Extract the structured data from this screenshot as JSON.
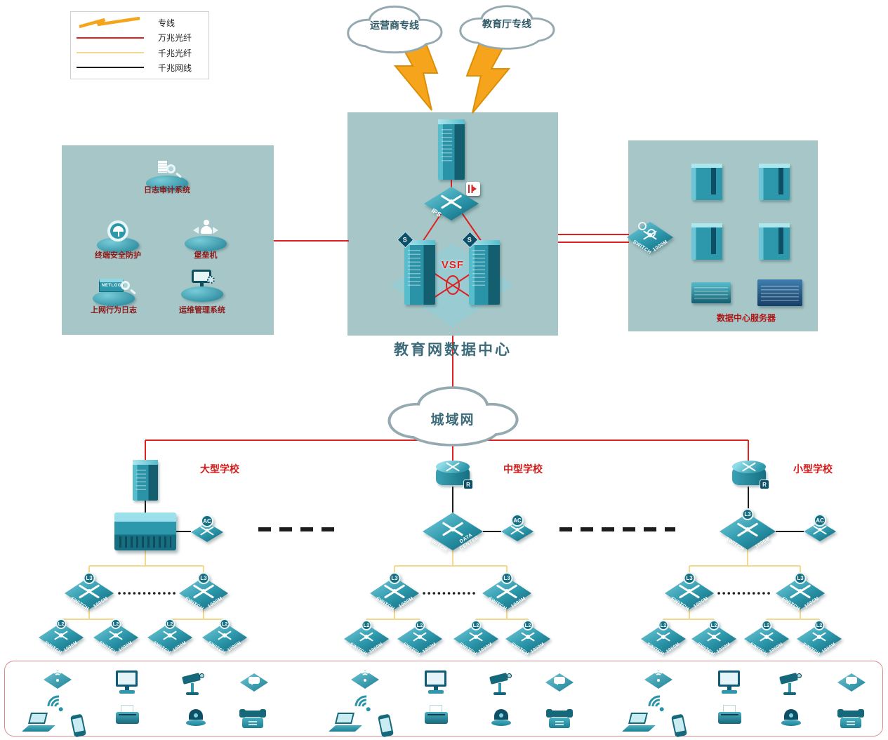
{
  "legend": {
    "items": [
      {
        "label": "专线"
      },
      {
        "label": "万兆光纤"
      },
      {
        "label": "千兆光纤"
      },
      {
        "label": "千兆网线"
      }
    ]
  },
  "line_colors": {
    "dedicated_line": "#f6a41c",
    "fiber_10g": "#e01f1f",
    "fiber_1g": "#f3d98b",
    "copper_1g": "#1c1c1c"
  },
  "clouds": {
    "carrier": "运营商专线",
    "education": "教育厅专线",
    "man": "城域网"
  },
  "data_center": {
    "title": "教育网数据中心",
    "vsf_label": "VSF",
    "ips_label": "IPS",
    "shield_label": "S",
    "watermark": "SWITCH"
  },
  "security_zone": {
    "log_audit": "日志审计系统",
    "terminal_security": "终端安全防护",
    "bastion": "堡垒机",
    "net_behavior_log": "上网行为日志",
    "netlog_label": "NETLOG",
    "ops_management": "运维管理系统"
  },
  "server_zone": {
    "caption": "数据中心服务器"
  },
  "schools": {
    "large": "大型学校",
    "medium": "中型学校",
    "small": "小型学校"
  },
  "device_labels": {
    "switch_word": "SWITCH",
    "speed": "1000M",
    "l3": "L3",
    "l2": "L2",
    "ac": "AC",
    "router_r": "R",
    "data_center_line1": "DATA",
    "data_center_line2": "CENTER"
  },
  "icons": {
    "lightning-bolt-icon": "svg-zigzag-polygon",
    "cloud-icon": "svg-ellipse-cluster",
    "switch-icon": "css-diamond-cross-arrows",
    "router-icon": "css-cylinder",
    "server-icon": "css-tower",
    "firewall-icon": "css-chassis",
    "ac-controller-icon": "css-diamond-badge",
    "wifi-signal-icon": "css-arcs",
    "magnifier-icon": "css-circle-handle",
    "shield-icon": "css-rotated-square"
  }
}
